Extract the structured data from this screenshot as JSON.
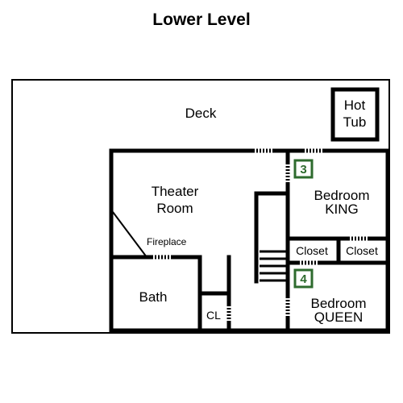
{
  "title": "Lower Level",
  "rooms": {
    "deck": "Deck",
    "hot_tub_line1": "Hot",
    "hot_tub_line2": "Tub",
    "theater_line1": "Theater",
    "theater_line2": "Room",
    "fireplace": "Fireplace",
    "bath": "Bath",
    "closet_small": "CL",
    "bedroom_king_line1": "Bedroom",
    "bedroom_king_line2": "KING",
    "closet_left": "Closet",
    "closet_right": "Closet",
    "bedroom_queen_line1": "Bedroom",
    "bedroom_queen_line2": "QUEEN"
  },
  "markers": {
    "king": "3",
    "queen": "4"
  },
  "colors": {
    "wall": "#000000",
    "marker": "#2e6b2e"
  }
}
